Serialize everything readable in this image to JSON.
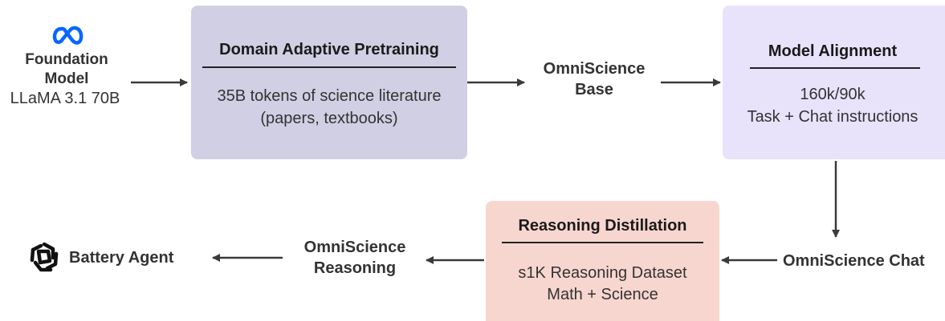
{
  "foundation": {
    "title_line1": "Foundation",
    "title_line2": "Model",
    "subtitle": "LLaMA 3.1 70B",
    "logo_icon": "meta-logo-icon",
    "logo_color": "#0866FF"
  },
  "pretraining": {
    "title": "Domain Adaptive Pretraining",
    "line1": "35B tokens of science literature",
    "line2": "(papers, textbooks)",
    "color": "#D0CFE4"
  },
  "base": {
    "line1": "OmniScience",
    "line2": "Base"
  },
  "alignment": {
    "title": "Model Alignment",
    "line1": "160k/90k",
    "line2": "Task + Chat instructions",
    "color": "#E9E2FB"
  },
  "chat": {
    "label": "OmniScience Chat"
  },
  "distillation": {
    "title": "Reasoning Distillation",
    "line1": "s1K Reasoning Dataset",
    "line2": "Math + Science",
    "color": "#F7D6CF"
  },
  "reasoning": {
    "line1": "OmniScience",
    "line2": "Reasoning"
  },
  "agent": {
    "label": "Battery Agent",
    "icon": "knot-logo-icon"
  }
}
